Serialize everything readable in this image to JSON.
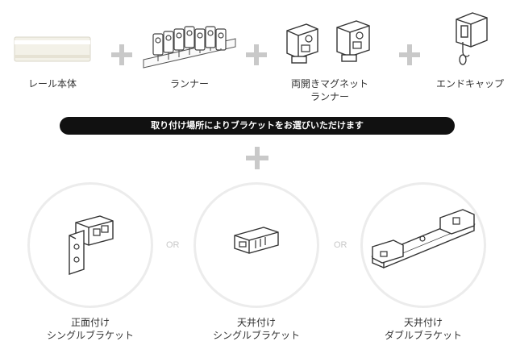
{
  "components": [
    {
      "label": "レール本体",
      "icon": "curtain-rail-icon"
    },
    {
      "label": "ランナー",
      "icon": "runner-strip-icon"
    },
    {
      "label_line1": "両開きマグネット",
      "label_line2": "ランナー",
      "icon": "magnet-runner-icon"
    },
    {
      "label": "エンドキャップ",
      "icon": "end-cap-icon"
    }
  ],
  "banner": "取り付け場所によりブラケットをお選びいただけます",
  "brackets": [
    {
      "line1": "正面付け",
      "line2": "シングルブラケット",
      "icon": "front-single-bracket-icon"
    },
    {
      "line1": "天井付け",
      "line2": "シングルブラケット",
      "icon": "ceiling-single-bracket-icon"
    },
    {
      "line1": "天井付け",
      "line2": "ダブルブラケット",
      "icon": "ceiling-double-bracket-icon"
    }
  ],
  "or_label": "OR",
  "colors": {
    "plus": "#c9c9c9",
    "banner_bg": "#111111",
    "circle_border": "#ececec",
    "or_text": "#c8c8c8"
  }
}
